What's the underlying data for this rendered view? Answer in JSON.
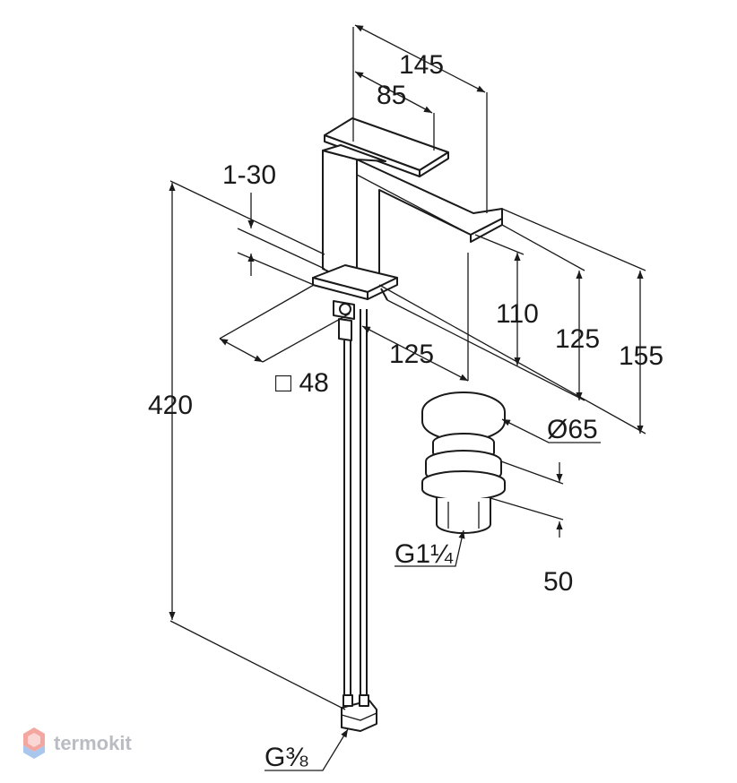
{
  "dimensions": {
    "width_145": "145",
    "width_85": "85",
    "adjust_1_30": "1-30",
    "height_420": "420",
    "base_square": "□ 48",
    "reach_125": "125",
    "height_110": "110",
    "height_125": "125",
    "height_155": "155",
    "waste_diameter": "Ø65",
    "waste_height": "50",
    "waste_thread": "G1¼",
    "supply_thread": "G⅜"
  },
  "watermark": {
    "text": "termokit"
  },
  "colors": {
    "line": "#1a1a1a",
    "watermark": "#b9bdc3",
    "logo_top": "#f4a6a0",
    "logo_bottom": "#a9c6ec"
  }
}
